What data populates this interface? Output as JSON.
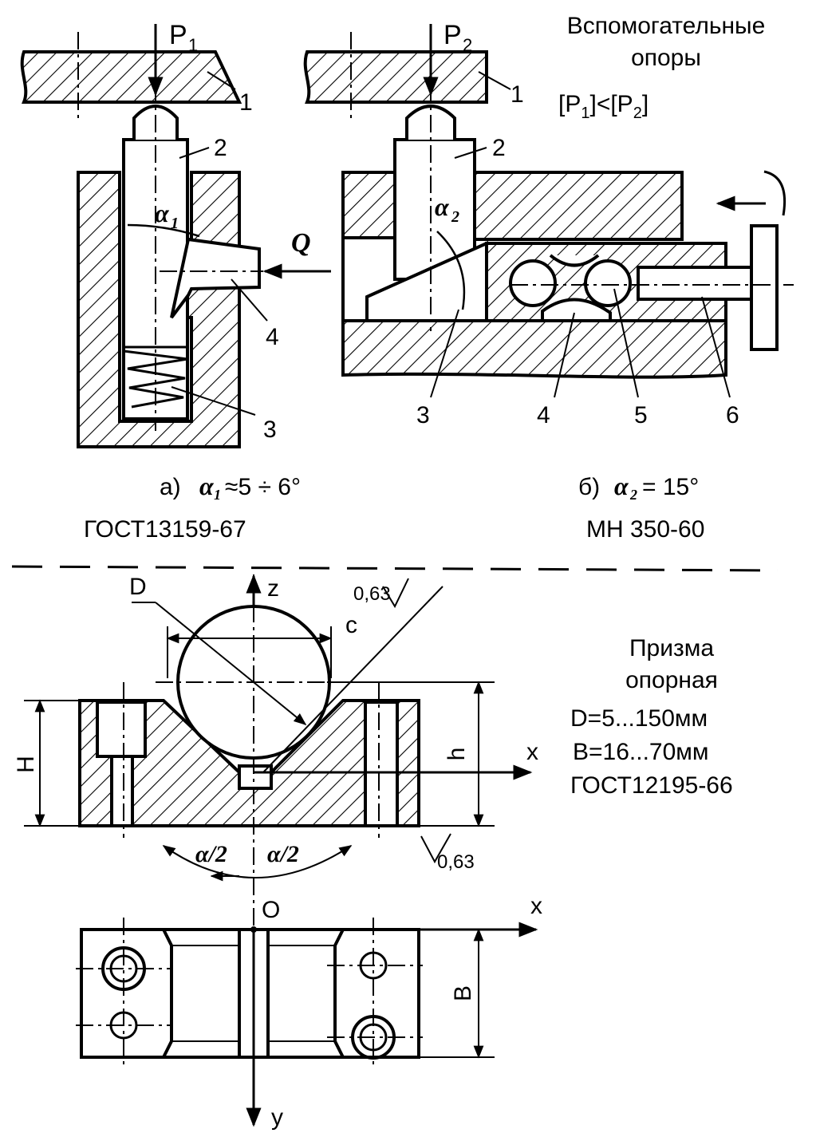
{
  "title": {
    "line1": "Вспомогательные",
    "line2": "опоры",
    "relation_left": "[P",
    "relation_sub1": "1",
    "relation_mid": "]<[P",
    "relation_sub2": "2",
    "relation_right": "]"
  },
  "fig_a": {
    "force_letter": "P",
    "force_sub": "1",
    "labels": [
      "1",
      "2",
      "3",
      "4"
    ],
    "angle_symbol": "α",
    "angle_sub": "1",
    "force_q": "Q",
    "caption_prefix": "а)",
    "caption_rest": "≈5 ÷ 6°",
    "standard": "ГОСТ13159-67"
  },
  "fig_b": {
    "force_letter": "P",
    "force_sub": "2",
    "labels": [
      "1",
      "2",
      "3",
      "4",
      "5",
      "6"
    ],
    "angle_symbol": "α",
    "angle_sub": "2",
    "caption_prefix": "б)",
    "caption_rest": "= 15°",
    "standard": "МН 350-60"
  },
  "prism": {
    "title1": "Призма",
    "title2": "опорная",
    "spec_d": "D=5...150мм",
    "spec_b": "B=16...70мм",
    "standard": "ГОСТ12195-66",
    "dim_D": "D",
    "dim_c": "c",
    "dim_H": "H",
    "dim_h": "h",
    "dim_B": "B",
    "roughness": "0,63",
    "axis_z": "z",
    "axis_x": "x",
    "axis_y": "y",
    "origin": "O",
    "half_angle": "α/2"
  }
}
